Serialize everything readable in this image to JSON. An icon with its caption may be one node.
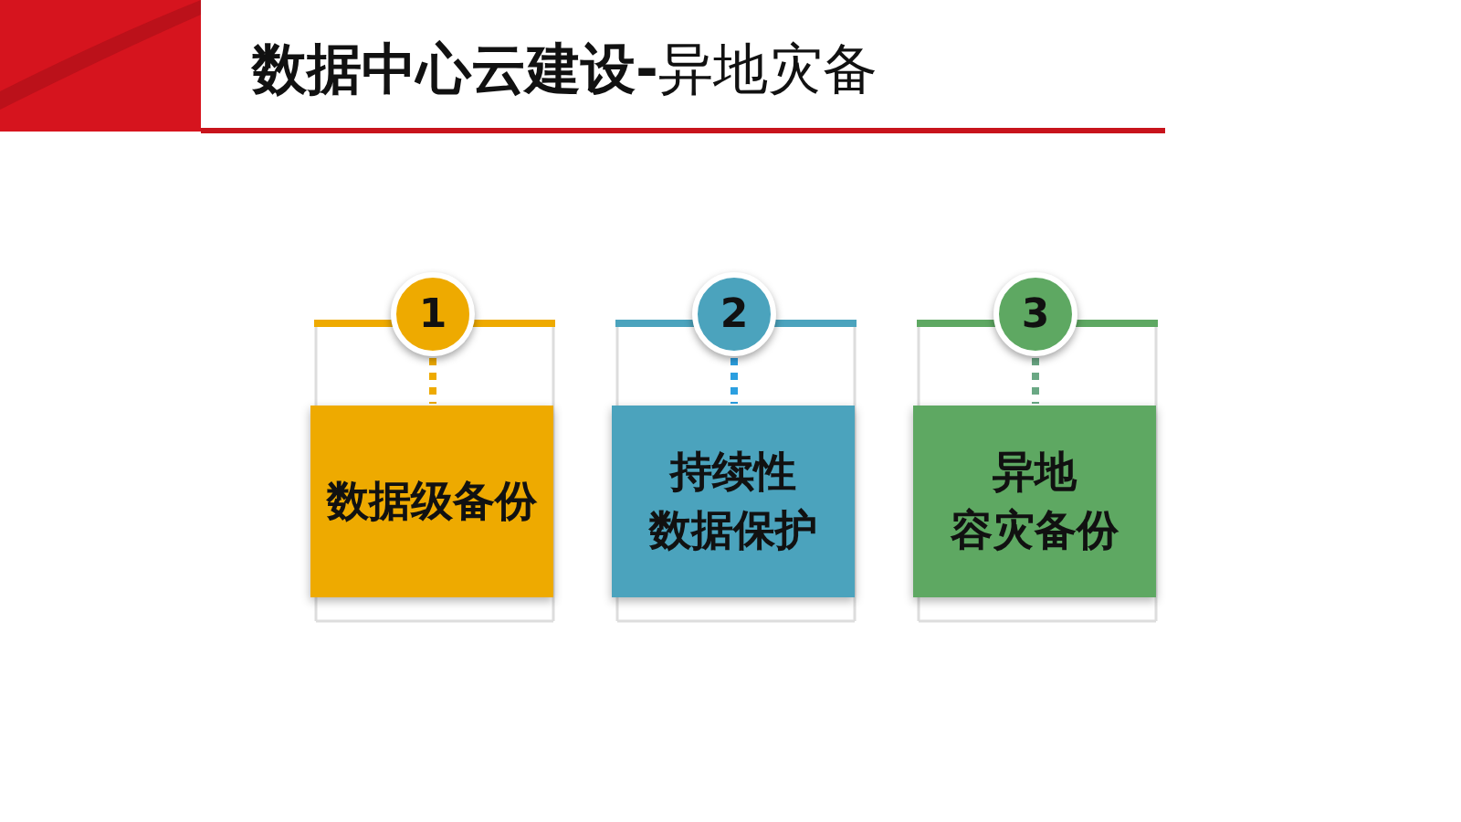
{
  "diagram": {
    "title": "**数据中心云建设-**异地灾备",
    "nodes": [
      {
        "text": [
          "1"
        ]
      },
      {
        "text": [
          "数据级备份"
        ]
      },
      {
        "text": [
          "2"
        ]
      },
      {
        "text": [
          "持续性数据保护"
        ]
      },
      {
        "text": [
          "3"
        ]
      },
      {
        "text": [
          "异地容灾备份"
        ]
      }
    ],
    "edges": [
      {
        "from": 0,
        "to": 1,
        "arrow": "none",
        "style": "dashed",
        "color": "#eeaa00"
      },
      {
        "from": 2,
        "to": 3,
        "arrow": "none",
        "style": "dashed",
        "color": "#2b9fe0"
      },
      {
        "from": 4,
        "to": 5,
        "arrow": "none",
        "style": "dashed",
        "color": "#6aa884"
      }
    ]
  }
}
